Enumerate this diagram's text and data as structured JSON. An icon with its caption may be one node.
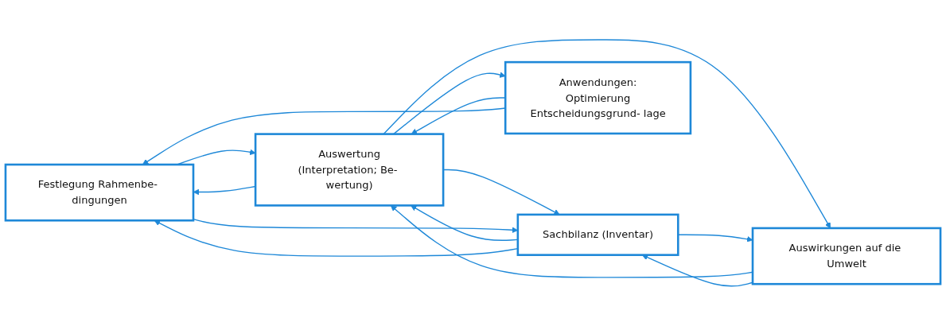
{
  "diagram": {
    "nodes": [
      {
        "text": [
          "Festlegung Rahmenbe- dingungen"
        ]
      },
      {
        "text": [
          "Sachbilanz (Inventar)"
        ]
      },
      {
        "text": [
          "Auswirkungen auf die Umwelt"
        ]
      },
      {
        "text": [
          "Auswertung",
          "(Interpretation; Be- wertung)"
        ]
      },
      {
        "text": [
          "Anwendungen:",
          "Optimierung",
          "Entscheidungsgrund- lage"
        ]
      }
    ],
    "edges": [
      {
        "from": 0,
        "to": 3,
        "arrow": "to"
      },
      {
        "from": 3,
        "to": 0,
        "arrow": "to"
      },
      {
        "from": 1,
        "to": 3,
        "arrow": "to"
      },
      {
        "from": 3,
        "to": 1,
        "arrow": "to"
      },
      {
        "from": 2,
        "to": 3,
        "arrow": "to"
      },
      {
        "from": 3,
        "to": 2,
        "arrow": "to"
      },
      {
        "from": 3,
        "to": 4,
        "arrow": "to"
      },
      {
        "from": 4,
        "to": 3,
        "arrow": "to"
      },
      {
        "from": 0,
        "to": 1,
        "arrow": "to"
      },
      {
        "from": 1,
        "to": 0,
        "arrow": "to"
      },
      {
        "from": 1,
        "to": 2,
        "arrow": "to"
      },
      {
        "from": 2,
        "to": 1,
        "arrow": "to"
      },
      {
        "from": 4,
        "to": 0,
        "arrow": "to"
      }
    ]
  }
}
